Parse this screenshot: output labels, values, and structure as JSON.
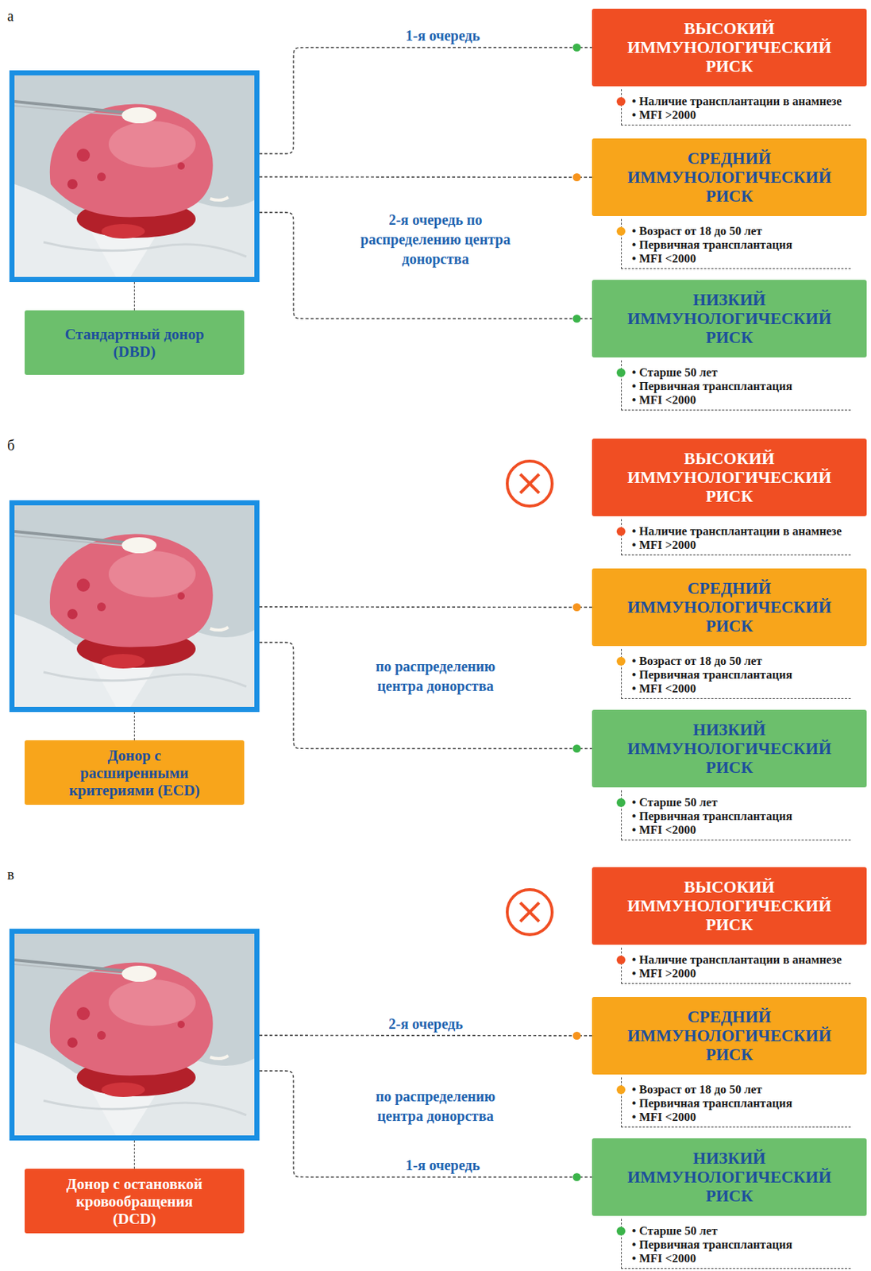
{
  "diagram": {
    "nodes": [
      {
        "text": [
          "Стандартный донор (DBD)"
        ]
      },
      {
        "text": [
          "ВЫСОКИЙ ИММУНОЛОГИЧЕСКИЙ РИСК",
          "• Наличие трансплантации в анамнезе",
          "• MFI >2000"
        ]
      },
      {
        "text": [
          "СРЕДНИЙ ИММУНОЛОГИЧЕСКИЙ РИСК",
          "• Возраст от 18 до 50 лет",
          "• Первичная трансплантация",
          "• MFI <2000"
        ]
      },
      {
        "text": [
          "НИЗКИЙ ИММУНОЛОГИЧЕСКИЙ РИСК",
          "• Старше 50 лет",
          "• Первичная трансплантация",
          "• MFI <2000"
        ]
      },
      {
        "text": [
          "Донор с расширенными критериями (ECD)"
        ]
      },
      {
        "text": [
          "ВЫСОКИЙ ИММУНОЛОГИЧЕСКИЙ РИСК",
          "• Наличие трансплантации в анамнезе",
          "• MFI >2000"
        ]
      },
      {
        "text": [
          "СРЕДНИЙ ИММУНОЛОГИЧЕСКИЙ РИСК",
          "• Возраст от 18 до 50 лет",
          "• Первичная трансплантация",
          "• MFI <2000"
        ]
      },
      {
        "text": [
          "НИЗКИЙ ИММУНОЛОГИЧЕСКИЙ РИСК",
          "• Старше 50 лет",
          "• Первичная трансплантация",
          "• MFI <2000"
        ]
      },
      {
        "text": [
          "Донор с остановкой кровообращения (DCD)"
        ]
      },
      {
        "text": [
          "ВЫСОКИЙ ИММУНОЛОГИЧЕСКИЙ РИСК",
          "• Наличие трансплантации в анамнезе",
          "• MFI >2000"
        ]
      },
      {
        "text": [
          "СРЕДНИЙ ИММУНОЛОГИЧЕСКИЙ РИСК",
          "• Возраст от 18 до 50 лет",
          "• Первичная трансплантация",
          "• MFI <2000"
        ]
      },
      {
        "text": [
          "НИЗКИЙ ИММУНОЛОГИЧЕСКИЙ РИСК",
          "• Старше 50 лет",
          "• Первичная трансплантация",
          "• MFI <2000"
        ]
      }
    ],
    "edges": [
      {
        "from": 0,
        "to": 1,
        "label": "1-я очередь",
        "arrow": "to"
      },
      {
        "from": 0,
        "to": 2,
        "arrow": "to"
      },
      {
        "from": 0,
        "to": 3,
        "arrow": "to"
      },
      {
        "from": 4,
        "to": 6,
        "arrow": "to"
      },
      {
        "from": 4,
        "to": 7,
        "arrow": "to"
      },
      {
        "from": 8,
        "to": 10,
        "label": "2-я очередь",
        "arrow": "to"
      },
      {
        "from": 8,
        "to": 11,
        "label": "1-я очередь",
        "arrow": "to"
      }
    ],
    "labels": [
      "а",
      "2-я очередь по распределению центра донорства",
      "б",
      "по распределению центра донорства",
      "в",
      "по распределению центра донорства"
    ]
  }
}
